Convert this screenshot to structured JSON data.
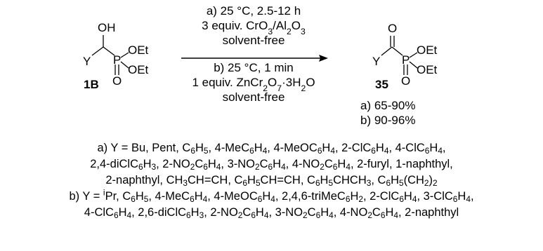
{
  "reactant": {
    "oh": "OH",
    "y": "Y",
    "p": "P",
    "oet_upper": "OEt",
    "oet_lower": "OEt",
    "o": "O",
    "label": "1B"
  },
  "conditions": {
    "a_line1": "a) 25 °C, 2.5-12 h",
    "a_line2_parts": [
      "3 equiv. CrO",
      "3",
      "/Al",
      "2",
      "O",
      "3"
    ],
    "a_line3": "solvent-free",
    "b_line1": "b) 25 °C, 1 min",
    "b_line2_parts": [
      "1 equiv. ZnCr",
      "2",
      "O",
      "7",
      "·3H",
      "2",
      "O"
    ],
    "b_line3": "solvent-free"
  },
  "product": {
    "o_top": "O",
    "y": "Y",
    "p": "P",
    "oet_upper": "OEt",
    "oet_lower": "OEt",
    "o": "O",
    "label": "35",
    "yield_a": "a) 65-90%",
    "yield_b": "b) 90-96%"
  },
  "legend_rows": [
    [
      [
        "a) Y = Bu, Pent, C",
        ""
      ],
      [
        "6",
        "sub"
      ],
      [
        "H",
        ""
      ],
      [
        "5",
        "sub"
      ],
      [
        ", 4-MeC",
        ""
      ],
      [
        "6",
        "sub"
      ],
      [
        "H",
        ""
      ],
      [
        "4",
        "sub"
      ],
      [
        ", 4-MeOC",
        ""
      ],
      [
        "6",
        "sub"
      ],
      [
        "H",
        ""
      ],
      [
        "4",
        "sub"
      ],
      [
        ", 2-ClC",
        ""
      ],
      [
        "6",
        "sub"
      ],
      [
        "H",
        ""
      ],
      [
        "4",
        "sub"
      ],
      [
        ", 4-ClC",
        ""
      ],
      [
        "6",
        "sub"
      ],
      [
        "H",
        ""
      ],
      [
        "4",
        "sub"
      ],
      [
        ",",
        ""
      ]
    ],
    [
      [
        "2,4-diClC",
        ""
      ],
      [
        "6",
        "sub"
      ],
      [
        "H",
        ""
      ],
      [
        "3",
        "sub"
      ],
      [
        ", 2-NO",
        ""
      ],
      [
        "2",
        "sub"
      ],
      [
        "C",
        ""
      ],
      [
        "6",
        "sub"
      ],
      [
        "H",
        ""
      ],
      [
        "4",
        "sub"
      ],
      [
        ", 3-NO",
        ""
      ],
      [
        "2",
        "sub"
      ],
      [
        "C",
        ""
      ],
      [
        "6",
        "sub"
      ],
      [
        "H",
        ""
      ],
      [
        "4",
        "sub"
      ],
      [
        ", 4-NO",
        ""
      ],
      [
        "2",
        "sub"
      ],
      [
        "C",
        ""
      ],
      [
        "6",
        "sub"
      ],
      [
        "H",
        ""
      ],
      [
        "4",
        "sub"
      ],
      [
        ", 2-furyl, 1-naphthyl,",
        ""
      ]
    ],
    [
      [
        "2-naphthyl, CH",
        ""
      ],
      [
        "3",
        "sub"
      ],
      [
        "CH=CH, C",
        ""
      ],
      [
        "6",
        "sub"
      ],
      [
        "H",
        ""
      ],
      [
        "5",
        "sub"
      ],
      [
        "CH=CH, C",
        ""
      ],
      [
        "6",
        "sub"
      ],
      [
        "H",
        ""
      ],
      [
        "5",
        "sub"
      ],
      [
        "CHCH",
        ""
      ],
      [
        "3",
        "sub"
      ],
      [
        ", C",
        ""
      ],
      [
        "6",
        "sub"
      ],
      [
        "H",
        ""
      ],
      [
        "5",
        "sub"
      ],
      [
        "(CH",
        ""
      ],
      [
        "2",
        "sub"
      ],
      [
        ")",
        ""
      ],
      [
        "2",
        "sub"
      ]
    ],
    [
      [
        "b) Y = ",
        ""
      ],
      [
        "i",
        "sup"
      ],
      [
        "Pr, C",
        ""
      ],
      [
        "6",
        "sub"
      ],
      [
        "H",
        ""
      ],
      [
        "5",
        "sub"
      ],
      [
        ", 4-MeC",
        ""
      ],
      [
        "6",
        "sub"
      ],
      [
        "H",
        ""
      ],
      [
        "4",
        "sub"
      ],
      [
        ", 4-MeOC",
        ""
      ],
      [
        "6",
        "sub"
      ],
      [
        "H",
        ""
      ],
      [
        "4",
        "sub"
      ],
      [
        ", 2,4,6-triMeC",
        ""
      ],
      [
        "6",
        "sub"
      ],
      [
        "H",
        ""
      ],
      [
        "2",
        "sub"
      ],
      [
        ", 2-ClC",
        ""
      ],
      [
        "6",
        "sub"
      ],
      [
        "H",
        ""
      ],
      [
        "4",
        "sub"
      ],
      [
        ", 3-ClC",
        ""
      ],
      [
        "6",
        "sub"
      ],
      [
        "H",
        ""
      ],
      [
        "4",
        "sub"
      ],
      [
        ",",
        ""
      ]
    ],
    [
      [
        "4-ClC",
        ""
      ],
      [
        "6",
        "sub"
      ],
      [
        "H",
        ""
      ],
      [
        "4",
        "sub"
      ],
      [
        ", 2,6-diClC",
        ""
      ],
      [
        "6",
        "sub"
      ],
      [
        "H",
        ""
      ],
      [
        "3",
        "sub"
      ],
      [
        ", 2-NO",
        ""
      ],
      [
        "2",
        "sub"
      ],
      [
        "C",
        ""
      ],
      [
        "6",
        "sub"
      ],
      [
        "H",
        ""
      ],
      [
        "4",
        "sub"
      ],
      [
        ", 3-NO",
        ""
      ],
      [
        "2",
        "sub"
      ],
      [
        "C",
        ""
      ],
      [
        "6",
        "sub"
      ],
      [
        "H",
        ""
      ],
      [
        "4",
        "sub"
      ],
      [
        ", 4-NO",
        ""
      ],
      [
        "2",
        "sub"
      ],
      [
        "C",
        ""
      ],
      [
        "6",
        "sub"
      ],
      [
        "H",
        ""
      ],
      [
        "4",
        "sub"
      ],
      [
        ", 2-naphthyl",
        ""
      ]
    ]
  ]
}
